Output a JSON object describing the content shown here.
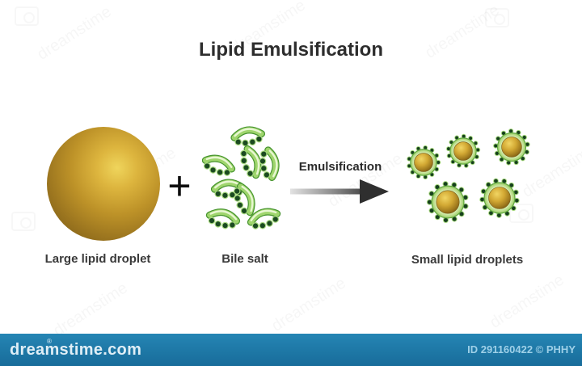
{
  "title": "Lipid Emulsification",
  "figure": {
    "large_droplet_label": "Large lipid droplet",
    "plus_sign": "+",
    "bile_salt_label": "Bile salt",
    "arrow_label": "Emulsification",
    "small_droplets_label": "Small lipid droplets"
  },
  "watermark": {
    "text": "dreamstime"
  },
  "footer": {
    "brand": "dreamstime.com",
    "registered_mark": "®",
    "id_text": "ID 291160422 © PHHY"
  },
  "colors": {
    "lipid_gold": "#c49b2c",
    "bile_green_light": "#9fd56d",
    "bile_green_dark": "#47942f",
    "dot_green": "#1b4a21",
    "arrow_dark": "#2f2f2f",
    "footer_blue": "#1e78a7",
    "text_dark": "#2d2d2d"
  }
}
